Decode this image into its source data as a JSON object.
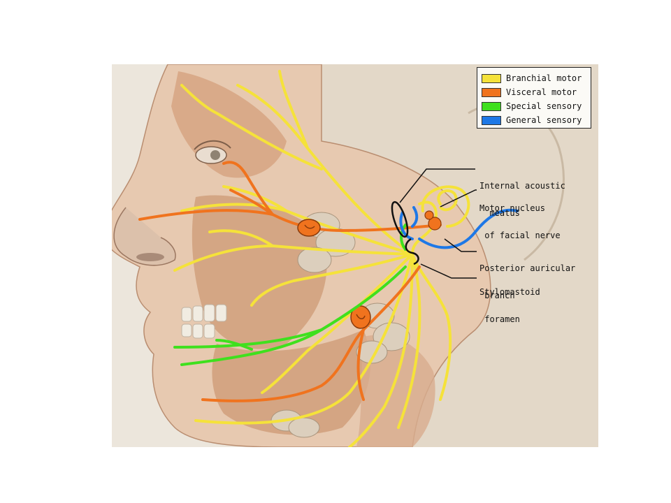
{
  "legend": {
    "items": [
      {
        "label": "Branchial motor",
        "color": "#f5e23a"
      },
      {
        "label": "Visceral motor",
        "color": "#f0731e"
      },
      {
        "label": "Special sensory",
        "color": "#3fe01e"
      },
      {
        "label": "General sensory",
        "color": "#1e78e6"
      }
    ]
  },
  "labels": {
    "internal_acoustic": {
      "line1": "Internal acoustic",
      "line2": "  meatus"
    },
    "motor_nucleus": {
      "line1": "Motor nucleus",
      "line2": " of facial nerve"
    },
    "posterior_auricular": {
      "line1": "Posterior auricular",
      "line2": " branch"
    },
    "stylomastoid": {
      "line1": "Stylomastoid",
      "line2": " foramen"
    }
  },
  "colors": {
    "skin": "#e7c9b0",
    "muscle": "#d2a382",
    "bone": "#e9e0d2",
    "background_panel": "#ece6dc"
  }
}
